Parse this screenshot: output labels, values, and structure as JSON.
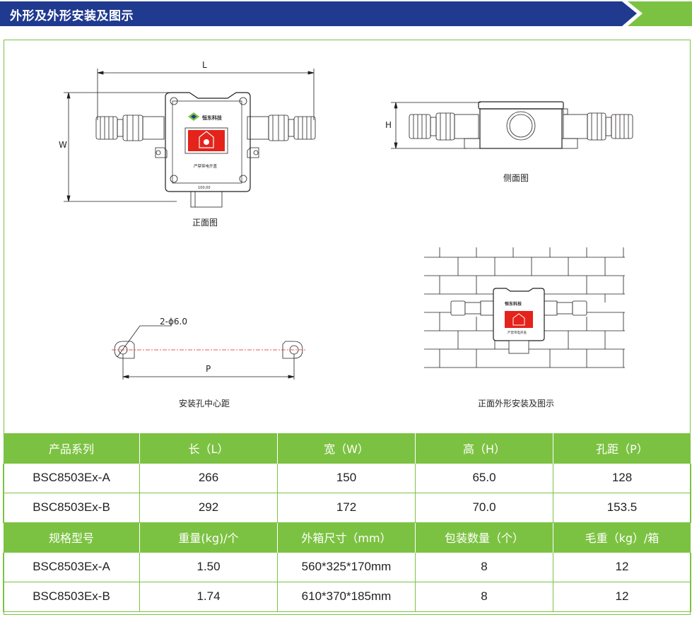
{
  "banner": {
    "title": "外形及外形安装及图示",
    "color_primary": "#1f3a8f",
    "color_accent": "#7cc242"
  },
  "drawings": {
    "front_view": {
      "caption": "正面图",
      "dim_length": "L",
      "dim_width": "W",
      "device_brand": "恒东科技",
      "device_label": "严禁带电开盖",
      "size_plate": "100,00"
    },
    "side_view": {
      "caption": "侧面图",
      "dim_height": "H"
    },
    "mount_holes": {
      "caption": "安装孔中心距",
      "hole_spec": "2-ϕ6.0",
      "dim_pitch": "P"
    },
    "installed_view": {
      "caption": "正面外形安装及图示",
      "device_brand": "恒东科技",
      "device_label": "严禁带电开盖"
    }
  },
  "table": {
    "header1": [
      "产品系列",
      "长（L）",
      "宽（W）",
      "高（H）",
      "孔距（P）"
    ],
    "rows1": [
      [
        "BSC8503Ex-A",
        "266",
        "150",
        "65.0",
        "128"
      ],
      [
        "BSC8503Ex-B",
        "292",
        "172",
        "70.0",
        "153.5"
      ]
    ],
    "header2": [
      "规格型号",
      "重量(kg)/个",
      "外箱尺寸（mm）",
      "包装数量（个）",
      "毛重（kg）/箱"
    ],
    "rows2": [
      [
        "BSC8503Ex-A",
        "1.50",
        "560*325*170mm",
        "8",
        "12"
      ],
      [
        "BSC8503Ex-B",
        "1.74",
        "610*370*185mm",
        "8",
        "12"
      ]
    ]
  }
}
